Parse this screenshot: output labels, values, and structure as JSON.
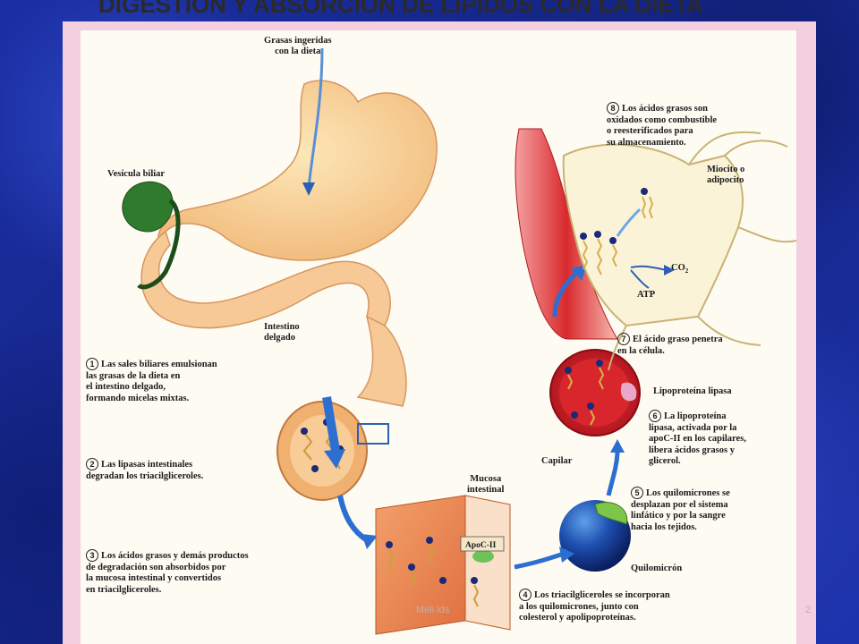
{
  "slide": {
    "title": "DIGESTION Y ABSORCION DE LIPIDOS CON LA DIETA",
    "footer_author": "Meli lds",
    "page_number": "2"
  },
  "labels": {
    "fats_ingested": "Grasas ingeridas\ncon la dieta",
    "gallbladder": "Vesícula biliar",
    "small_intestine": "Intestino\ndelgado",
    "intestinal_mucosa": "Mucosa\nintestinal",
    "apoc2": "ApoC-II",
    "chylomicron": "Quilomicrón",
    "capillary": "Capilar",
    "lipoprotein_lipase": "Lipoproteína lipasa",
    "myocyte": "Miocito o\nadipocito",
    "co2": "CO",
    "co2_sub": "2",
    "atp": "ATP"
  },
  "steps": [
    {
      "n": "1",
      "text": "Las sales biliares emulsionan\nlas grasas de la dieta en\nel intestino delgado,\nformando micelas mixtas."
    },
    {
      "n": "2",
      "text": "Las lipasas intestinales\ndegradan los triacilgliceroles."
    },
    {
      "n": "3",
      "text": "Los ácidos grasos y demás productos\nde degradación son absorbidos por\nla mucosa intestinal y convertidos\nen triacilgliceroles."
    },
    {
      "n": "4",
      "text": "Los triacilgliceroles se incorporan\na los quilomicrones, junto con\ncolesterol y apolipoproteínas."
    },
    {
      "n": "5",
      "text": "Los quilomicrones se\ndesplazan por el sistema\nlinfático y por la sangre\nhacia los tejidos."
    },
    {
      "n": "6",
      "text": "La lipoproteína\nlipasa, activada por la\napoC-II en los capilares,\nlibera ácidos grasos y\nglicerol."
    },
    {
      "n": "7",
      "text": "El ácido graso penetra\nen la célula."
    },
    {
      "n": "8",
      "text": "Los ácidos grasos son\noxidados como combustible\no reesterificados para\nsu almacenamiento."
    }
  ]
}
